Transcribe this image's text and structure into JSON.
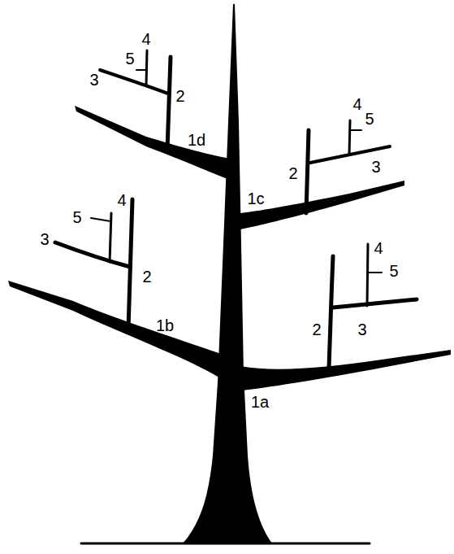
{
  "diagram": {
    "labels": [
      "4",
      "5",
      "3",
      "2",
      "4",
      "5",
      "1d",
      "3",
      "2",
      "1c",
      "4",
      "5",
      "3",
      "4",
      "5",
      "2",
      "1b",
      "2",
      "3",
      "1a"
    ]
  }
}
